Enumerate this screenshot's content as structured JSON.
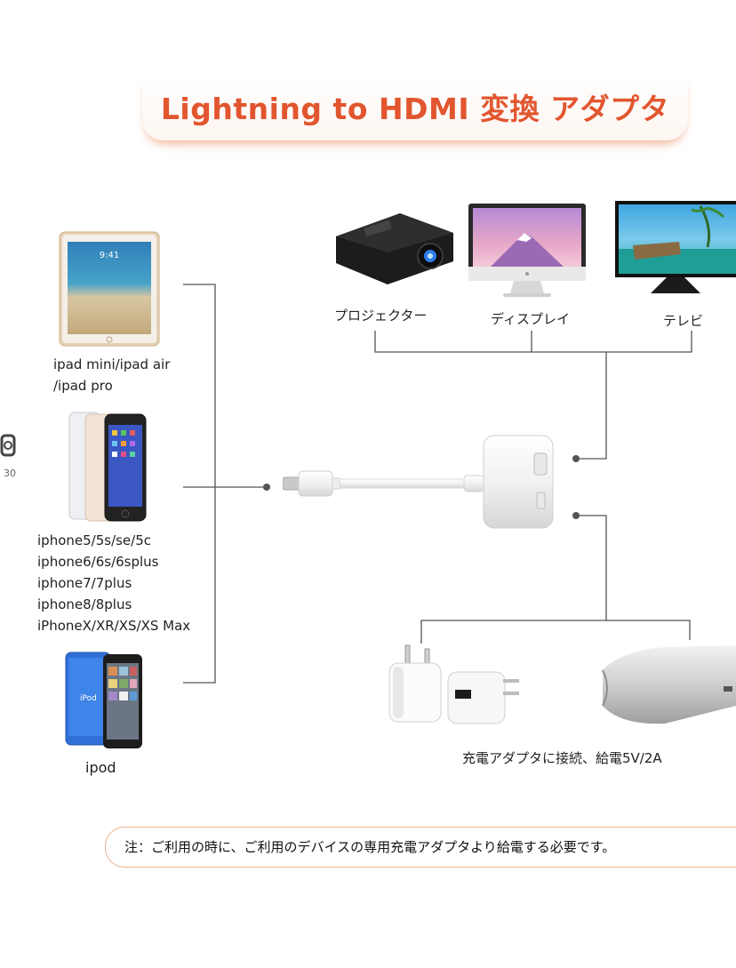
{
  "title": "Lightning to HDMI 変換 アダプタ",
  "sources": [
    {
      "label_lines": [
        "ipad mini/ipad air",
        "/ipad pro"
      ],
      "icon": "ipad-icon"
    },
    {
      "label_lines": [
        "iphone5/5s/se/5c",
        "iphone6/6s/6splus",
        "iphone7/7plus",
        "iphone8/8plus",
        "iPhoneX/XR/XS/XS Max"
      ],
      "icon": "iphone-icon"
    },
    {
      "label_lines": [
        "ipod"
      ],
      "icon": "ipod-icon"
    }
  ],
  "outputs": [
    {
      "label": "プロジェクター",
      "icon": "projector-icon"
    },
    {
      "label": "ディスプレイ",
      "icon": "display-monitor-icon"
    },
    {
      "label": "テレビ",
      "icon": "television-icon"
    }
  ],
  "adapter": {
    "icon": "lightning-hdmi-adapter-icon"
  },
  "power": {
    "label": "充電アダプタに接続、給電5V/2A",
    "icons": [
      "usb-charger-icon",
      "power-bank-icon"
    ]
  },
  "note": "注：ご利用の時に、ご利用のデバイスの専用充電アダプタより給電する必要です。",
  "colors": {
    "title": "#e2562f",
    "banner_glow": "#e9966e",
    "note_border": "#e6b48f",
    "line": "#555555"
  }
}
